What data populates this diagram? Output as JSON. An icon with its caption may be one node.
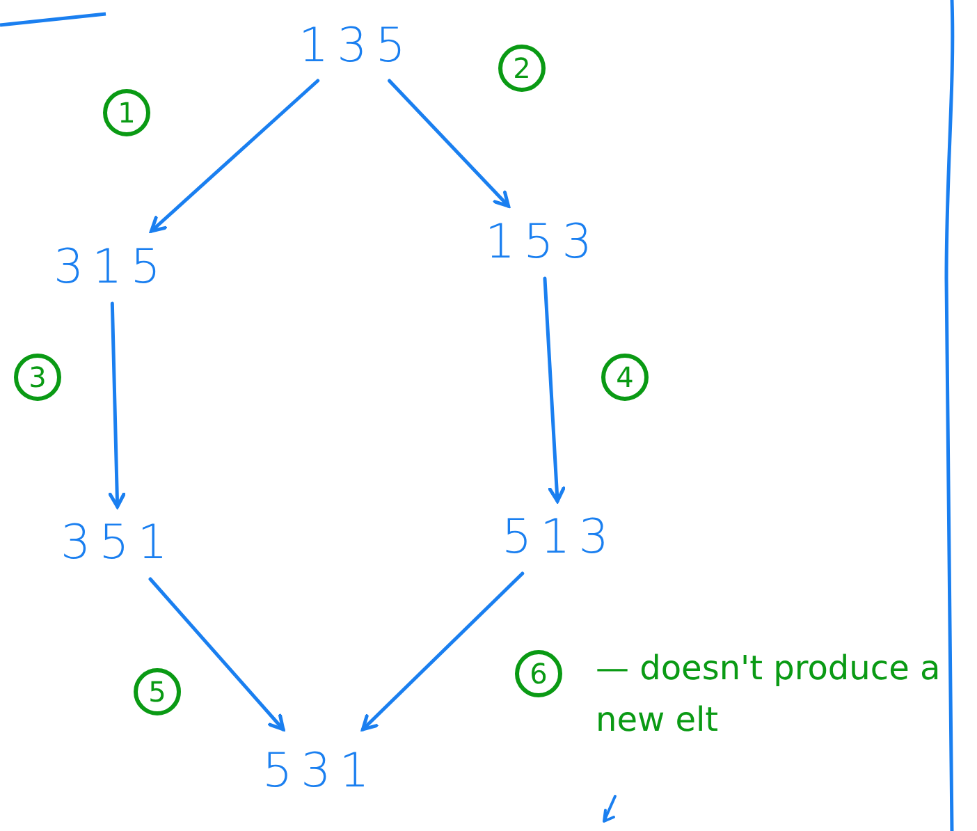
{
  "diagram": {
    "nodes": [
      {
        "text": [
          "135"
        ]
      },
      {
        "text": [
          "315"
        ]
      },
      {
        "text": [
          "153"
        ]
      },
      {
        "text": [
          "351"
        ]
      },
      {
        "text": [
          "513"
        ]
      },
      {
        "text": [
          "531"
        ]
      }
    ],
    "edges": [
      {
        "from": 0,
        "to": 1,
        "arrow": "to",
        "label": "1"
      },
      {
        "from": 0,
        "to": 2,
        "arrow": "to",
        "label": "2"
      },
      {
        "from": 1,
        "to": 3,
        "arrow": "to",
        "label": "3"
      },
      {
        "from": 2,
        "to": 4,
        "arrow": "to",
        "label": "4"
      },
      {
        "from": 3,
        "to": 5,
        "arrow": "to",
        "label": "5"
      },
      {
        "from": 4,
        "to": 5,
        "arrow": "to",
        "label": "6"
      }
    ],
    "labels": [
      "— doesn't produce a new elt"
    ]
  }
}
